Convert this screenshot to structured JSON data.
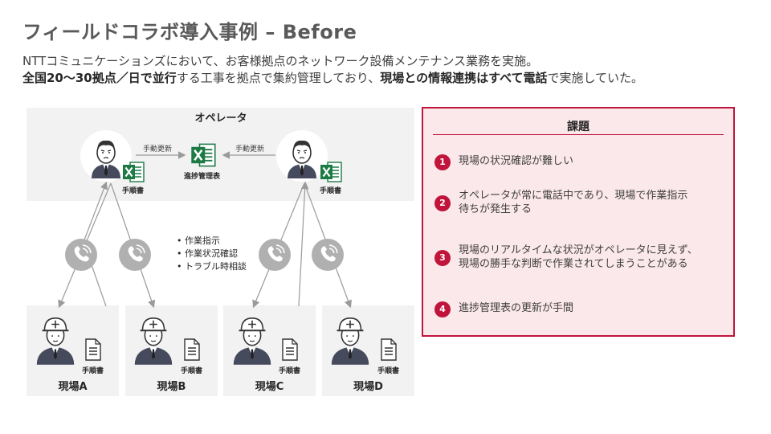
{
  "title": "フィールドコラボ導入事例 – Before",
  "intro": {
    "line1": "NTTコミュニケーションズにおいて、お客様拠点のネットワーク設備メンテナンス業務を実施。",
    "line2_bold1": "全国20～30拠点／日で並行",
    "line2_text1": "する工事を拠点で集約管理しており、",
    "line2_bold2": "現場との情報連携はすべて電話",
    "line2_text2": "で実施していた。"
  },
  "diagram": {
    "operator_label": "オペレータ",
    "manual_update_left": "手動更新",
    "manual_update_right": "手動更新",
    "progress_sheet_label": "進捗管理表",
    "procedure_label": "手順書",
    "call_topics": [
      "作業指示",
      "作業状況確認",
      "トラブル時相談"
    ],
    "sites": [
      "現場A",
      "現場B",
      "現場C",
      "現場D"
    ],
    "icons": {
      "operator": "operator-person-icon",
      "excel": "excel-icon",
      "phone": "phone-icon",
      "worker": "helmet-worker-icon",
      "document": "document-icon"
    }
  },
  "issues_panel": {
    "title": "課題",
    "items": [
      {
        "num": "1",
        "lines": [
          "現場の状況確認が難しい"
        ]
      },
      {
        "num": "2",
        "lines": [
          "オペレータが常に電話中であり、現場で作業指示",
          "待ちが発生する"
        ]
      },
      {
        "num": "3",
        "lines": [
          "現場のリアルタイムな状況がオペレータに見えず、",
          "現場の勝手な判断で作業されてしまうことがある"
        ]
      },
      {
        "num": "4",
        "lines": [
          "進捗管理表の更新が手間"
        ]
      }
    ]
  },
  "colors": {
    "accent": "#c0143c",
    "panel_bg": "#fbe8ea",
    "band_bg": "#f2f2f2",
    "excel_green": "#1d7a45",
    "phone_gray": "#b0b0b0"
  }
}
